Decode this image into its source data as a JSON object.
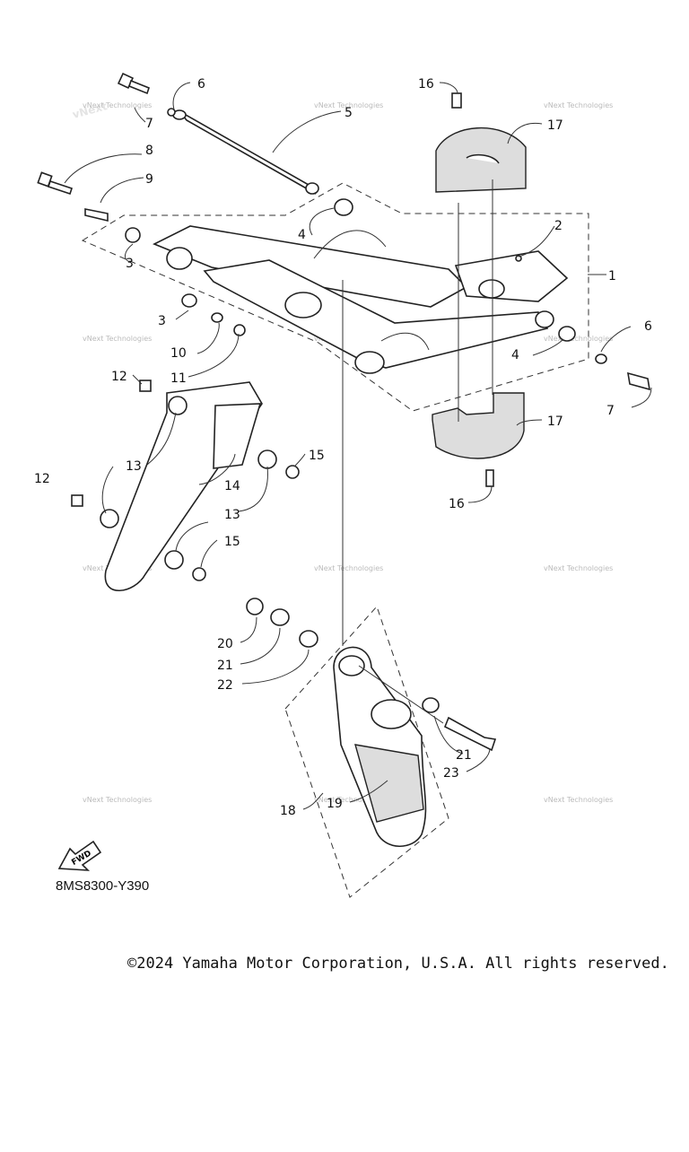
{
  "diagram": {
    "code": "8MS8300-Y390",
    "fwd_label": "FWD",
    "copyright": "©2024 Yamaha Motor Corporation, U.S.A. All rights reserved.",
    "watermark": "vNext Technologies",
    "callouts": [
      "1",
      "2",
      "3",
      "3",
      "4",
      "4",
      "5",
      "6",
      "6",
      "7",
      "7",
      "8",
      "9",
      "10",
      "11",
      "12",
      "12",
      "13",
      "13",
      "14",
      "15",
      "15",
      "16",
      "16",
      "17",
      "17",
      "18",
      "19",
      "20",
      "21",
      "21",
      "22",
      "23"
    ]
  }
}
